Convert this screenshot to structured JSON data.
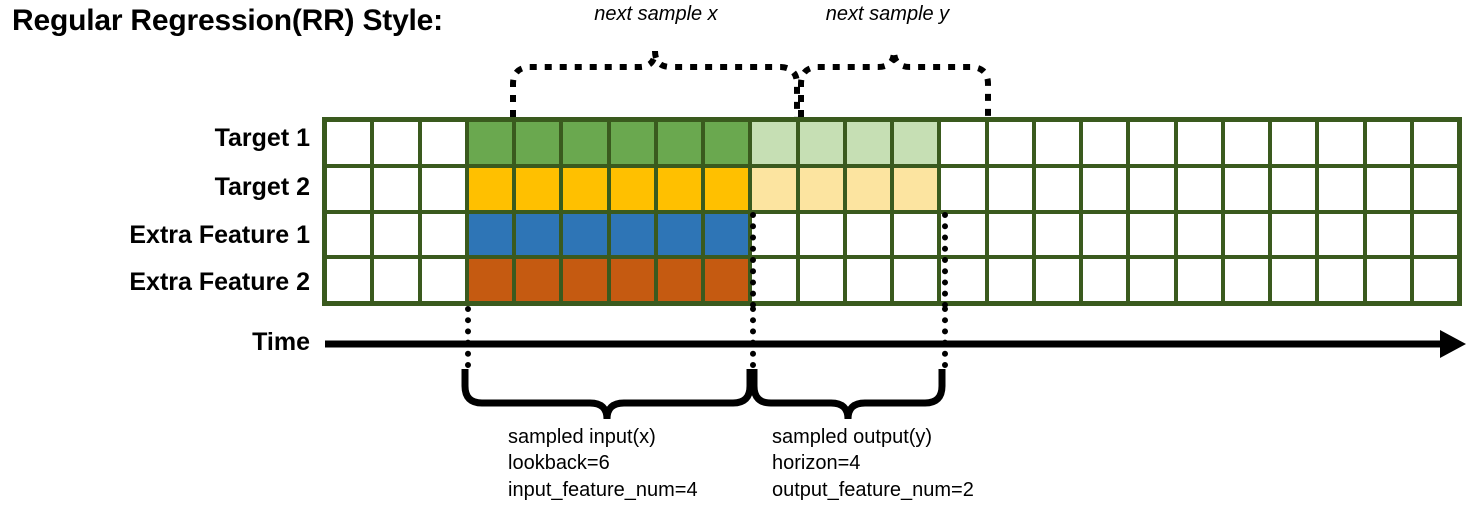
{
  "title": "Regular Regression(RR) Style:",
  "top_labels": {
    "next_x": "next sample x",
    "next_y": "next sample y"
  },
  "rows": [
    {
      "label": "Target 1",
      "fill_dark": "#6aa84f",
      "fill_light": "#c6dfb4"
    },
    {
      "label": "Target 2",
      "fill_dark": "#ffc000",
      "fill_light": "#fce4a0"
    },
    {
      "label": "Extra Feature 1",
      "fill_dark": "#2e75b6",
      "fill_light": null
    },
    {
      "label": "Extra Feature 2",
      "fill_dark": "#c55a11",
      "fill_light": null
    }
  ],
  "time_axis_label": "Time",
  "captions": {
    "input": {
      "line1": "sampled input(x)",
      "line2": "lookback=6",
      "line3": "input_feature_num=4"
    },
    "output": {
      "line1": "sampled output(y)",
      "line2": "horizon=4",
      "line3": "output_feature_num=2"
    }
  },
  "colors": {
    "grid_border": "#3a5a1e",
    "cell_empty": "#ffffff",
    "axis": "#000000",
    "text": "#000000",
    "target1_dark": "#6aa84f",
    "target1_light": "#c6dfb4",
    "target2_dark": "#ffc000",
    "target2_light": "#fce4a0",
    "extra1": "#2e75b6",
    "extra2": "#c55a11"
  },
  "chart_data": {
    "type": "heatmap",
    "title": "Regular Regression(RR) Style:",
    "xlabel": "Time",
    "ylabel": "",
    "columns_total": 24,
    "rows_total": 4,
    "lookback": 6,
    "horizon": 4,
    "input_feature_num": 4,
    "output_feature_num": 2,
    "input_start_column": 4,
    "input_end_column": 9,
    "output_start_column": 10,
    "output_end_column": 13,
    "row_names": [
      "Target 1",
      "Target 2",
      "Extra Feature 1",
      "Extra Feature 2"
    ],
    "grid": [
      [
        "empty",
        "empty",
        "empty",
        "input",
        "input",
        "input",
        "input",
        "input",
        "input",
        "output",
        "output",
        "output",
        "output",
        "empty",
        "empty",
        "empty",
        "empty",
        "empty",
        "empty",
        "empty",
        "empty",
        "empty",
        "empty",
        "empty"
      ],
      [
        "empty",
        "empty",
        "empty",
        "input",
        "input",
        "input",
        "input",
        "input",
        "input",
        "output",
        "output",
        "output",
        "output",
        "empty",
        "empty",
        "empty",
        "empty",
        "empty",
        "empty",
        "empty",
        "empty",
        "empty",
        "empty",
        "empty"
      ],
      [
        "empty",
        "empty",
        "empty",
        "input",
        "input",
        "input",
        "input",
        "input",
        "input",
        "empty",
        "empty",
        "empty",
        "empty",
        "empty",
        "empty",
        "empty",
        "empty",
        "empty",
        "empty",
        "empty",
        "empty",
        "empty",
        "empty",
        "empty"
      ],
      [
        "empty",
        "empty",
        "empty",
        "input",
        "input",
        "input",
        "input",
        "input",
        "input",
        "empty",
        "empty",
        "empty",
        "empty",
        "empty",
        "empty",
        "empty",
        "empty",
        "empty",
        "empty",
        "empty",
        "empty",
        "empty",
        "empty",
        "empty"
      ]
    ],
    "annotations": [
      "next sample x",
      "next sample y",
      "sampled input(x)",
      "lookback=6",
      "input_feature_num=4",
      "sampled output(y)",
      "horizon=4",
      "output_feature_num=2"
    ]
  }
}
